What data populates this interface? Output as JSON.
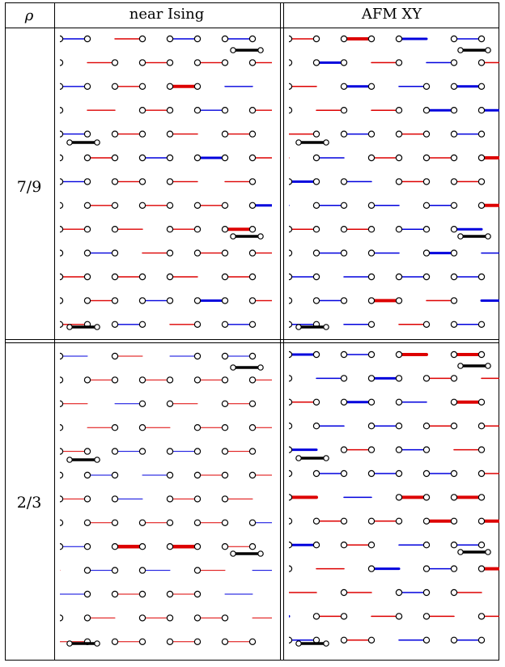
{
  "header": {
    "rho": "ρ",
    "col1": "near Ising",
    "col2": "AFM XY"
  },
  "rows": [
    {
      "label": "7/9"
    },
    {
      "label": "2/3"
    }
  ],
  "colors": {
    "positive": "#dd0000",
    "negative": "#0000dd",
    "site_fill": "#ffffff",
    "site_stroke": "#000000",
    "scale_bar": "#000000"
  }
}
